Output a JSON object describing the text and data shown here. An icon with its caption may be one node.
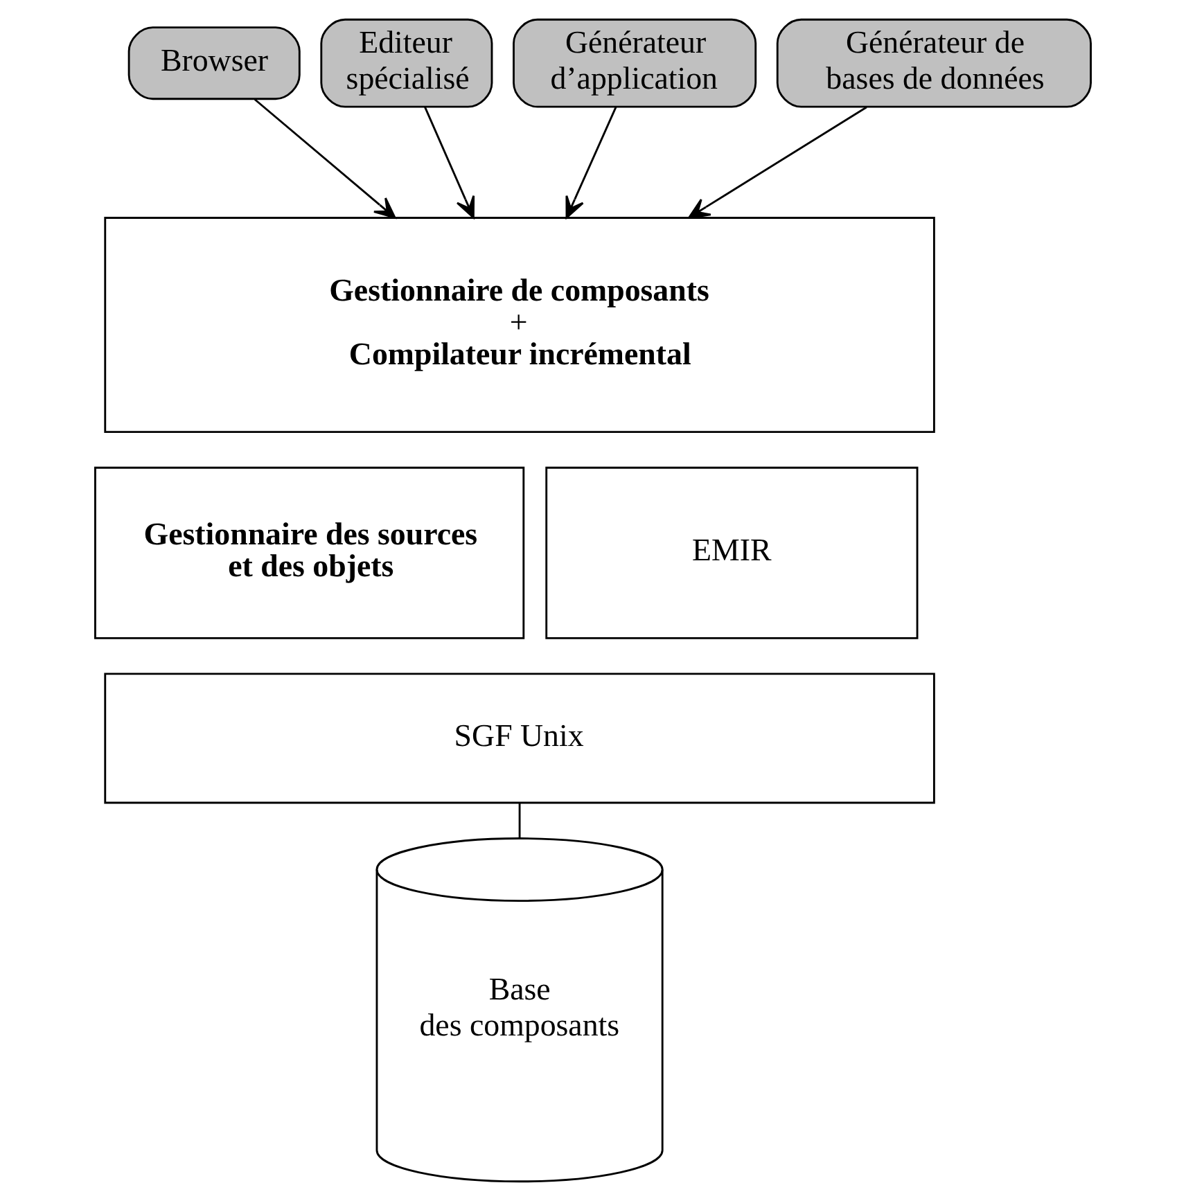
{
  "diagram": {
    "nodes": [
      {
        "text": [
          "Browser"
        ]
      },
      {
        "text": [
          "Editeur spécialisé"
        ]
      },
      {
        "text": [
          "Générateur d’application"
        ]
      },
      {
        "text": [
          "Générateur de bases de données"
        ]
      },
      {
        "text": [
          "Gestionnaire de composants",
          "+",
          "Compilateur incrémental"
        ]
      },
      {
        "text": [
          "Gestionnaire des sources et des objets"
        ]
      },
      {
        "text": [
          "EMIR"
        ]
      },
      {
        "text": [
          "SGF Unix"
        ]
      },
      {
        "text": [
          "Base des composants"
        ]
      }
    ],
    "edges": [
      {
        "from": 0,
        "to": 4,
        "arrow": "to"
      },
      {
        "from": 1,
        "to": 4,
        "arrow": "to"
      },
      {
        "from": 2,
        "to": 4,
        "arrow": "to"
      },
      {
        "from": 3,
        "to": 4,
        "arrow": "to"
      },
      {
        "from": 7,
        "to": 8,
        "arrow": "none"
      }
    ]
  }
}
